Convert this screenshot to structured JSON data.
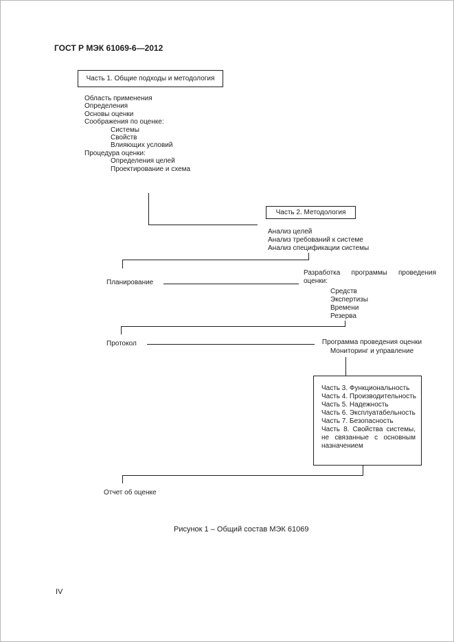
{
  "page": {
    "header": "ГОСТ Р МЭК 61069-6—2012",
    "caption": "Рисунок 1 – Общий состав МЭК 61069",
    "page_number": "IV"
  },
  "diagram": {
    "part1": {
      "box_label": "Часть 1. Общие подходы и методология",
      "items": [
        "Область применения",
        "Определения",
        "Основы оценки",
        "Соображения по оценке:",
        "Системы",
        "Свойств",
        "Влияющих условий",
        "Процедура оценки:",
        "Определения целей",
        "Проектирование и схема"
      ]
    },
    "part2": {
      "box_label": "Часть 2. Методология",
      "items": [
        "Анализ целей",
        "Анализ требований к системе",
        "Анализ спецификации системы"
      ]
    },
    "planning": {
      "label": "Планирование",
      "program_development": "Разработка программы проведения оценки:",
      "resources": [
        "Средств",
        "Экспертизы",
        "Времени",
        "Резерва"
      ]
    },
    "protocol": {
      "label": "Протокол",
      "program_label": "Программа проведения оценки",
      "monitoring_label": "Мониторинг и управление"
    },
    "parts_box": {
      "items": [
        "Часть 3. Функциональность",
        "Часть 4. Производительность",
        "Часть 5. Надежность",
        "Часть 6. Эксплуатабельность",
        "Часть 7. Безопасность"
      ],
      "last_item": "Часть 8. Свойства системы, не связанные с основным назначением"
    },
    "report_label": "Отчет об оценке"
  }
}
